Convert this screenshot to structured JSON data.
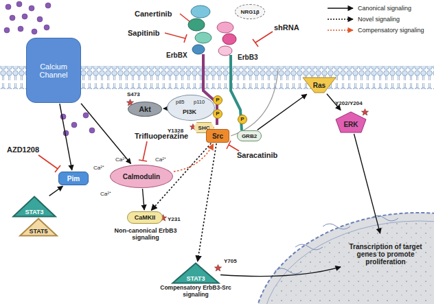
{
  "diagram": {
    "nodes": [
      {
        "text": [
          "Calcium Channel"
        ]
      },
      {
        "text": [
          "ErbBX"
        ]
      },
      {
        "text": [
          "ErbB3"
        ]
      },
      {
        "text": [
          "NRG1β"
        ]
      },
      {
        "text": [
          "Akt"
        ]
      },
      {
        "text": [
          "p85",
          "p110",
          "PI3K"
        ]
      },
      {
        "text": [
          "SHC"
        ]
      },
      {
        "text": [
          "Src"
        ]
      },
      {
        "text": [
          "GRB2"
        ]
      },
      {
        "text": [
          "Ras"
        ]
      },
      {
        "text": [
          "ERK"
        ]
      },
      {
        "text": [
          "Pim"
        ]
      },
      {
        "text": [
          "STAT3"
        ]
      },
      {
        "text": [
          "STAT5"
        ]
      },
      {
        "text": [
          "Calmodulin"
        ]
      },
      {
        "text": [
          "CaMKII"
        ]
      },
      {
        "text": [
          "STAT3"
        ]
      },
      {
        "text": [
          "Transcription of target genes to promote proliferation"
        ]
      }
    ],
    "edges": [
      {
        "from": 0,
        "to": 11,
        "arrow": "to"
      },
      {
        "from": 0,
        "to": 14,
        "arrow": "to"
      },
      {
        "from": 12,
        "to": 11,
        "arrow": "to"
      },
      {
        "from": 14,
        "to": 15,
        "arrow": "to"
      },
      {
        "from": 5,
        "to": 4,
        "arrow": "to"
      },
      {
        "from": 7,
        "to": 15,
        "arrow": "to"
      },
      {
        "from": 14,
        "to": 7,
        "arrow": "to"
      },
      {
        "from": 7,
        "to": 16,
        "arrow": "to"
      },
      {
        "from": 8,
        "to": 9,
        "arrow": "to"
      },
      {
        "from": 9,
        "to": 10,
        "arrow": "to"
      },
      {
        "from": 10,
        "to": 17,
        "arrow": "to"
      },
      {
        "from": 16,
        "to": 17,
        "arrow": "to"
      }
    ],
    "labels": [
      "Canertinib",
      "Sapitinib",
      "shRNA",
      "AZD1208",
      "Trifluoperazine",
      "Saracatinib",
      "S473",
      "Y1328",
      "Y231",
      "Y705",
      "Y202/Y204",
      "P",
      "P",
      "P",
      "Ca²⁺",
      "Ca²⁺",
      "Ca²⁺",
      "Ca²⁺",
      "Non-canonical ErbB3 signaling",
      "Compensatory ErbB3-Src signaling"
    ],
    "legend": [
      {
        "text": "Canonical signaling"
      },
      {
        "text": "Novel signaling"
      },
      {
        "text": "Compensatory signaling"
      }
    ]
  }
}
